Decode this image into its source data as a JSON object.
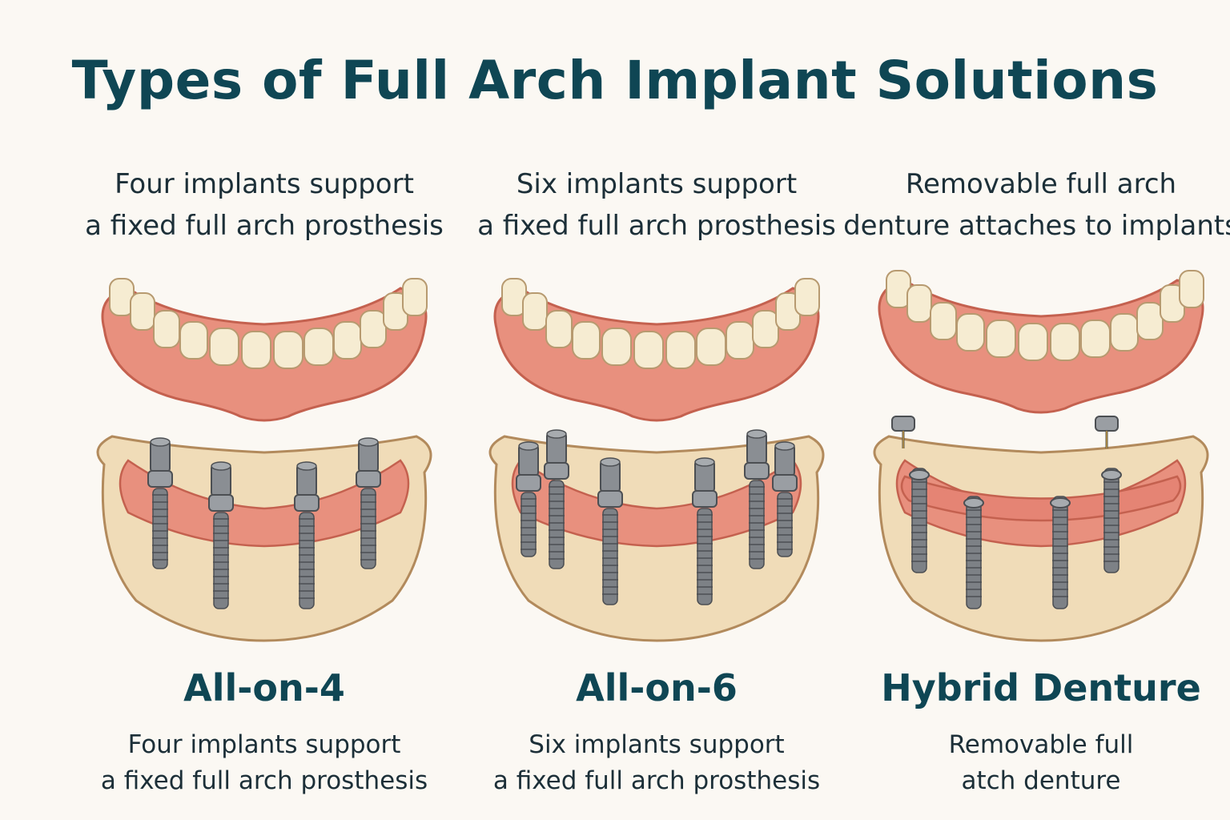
{
  "title": "Types of Full Arch Implant Solutions",
  "columns": [
    {
      "top_lines": [
        "Four implants support",
        "a fixed full arch prosthesis"
      ],
      "name": "All-on-4",
      "bottom_lines": [
        "Four implants support",
        "a fixed full arch prosthesis"
      ]
    },
    {
      "top_lines": [
        "Six implants support",
        "a fixed full arch prosthesis"
      ],
      "name": "All-on-6",
      "bottom_lines": [
        "Six implants support",
        "a fixed full arch prosthesis"
      ]
    },
    {
      "top_lines": [
        "Removable full arch",
        "denture attaches to implants"
      ],
      "name": "Hybrid Denture",
      "bottom_lines": [
        "Removable full",
        "atch denture"
      ]
    }
  ],
  "colors": {
    "title": "#0f4654",
    "gum": "#e8907e",
    "gum_outline": "#c4614f",
    "tooth": "#f6ecd2",
    "bone": "#f0dcb8",
    "implant": "#8a8e93"
  }
}
